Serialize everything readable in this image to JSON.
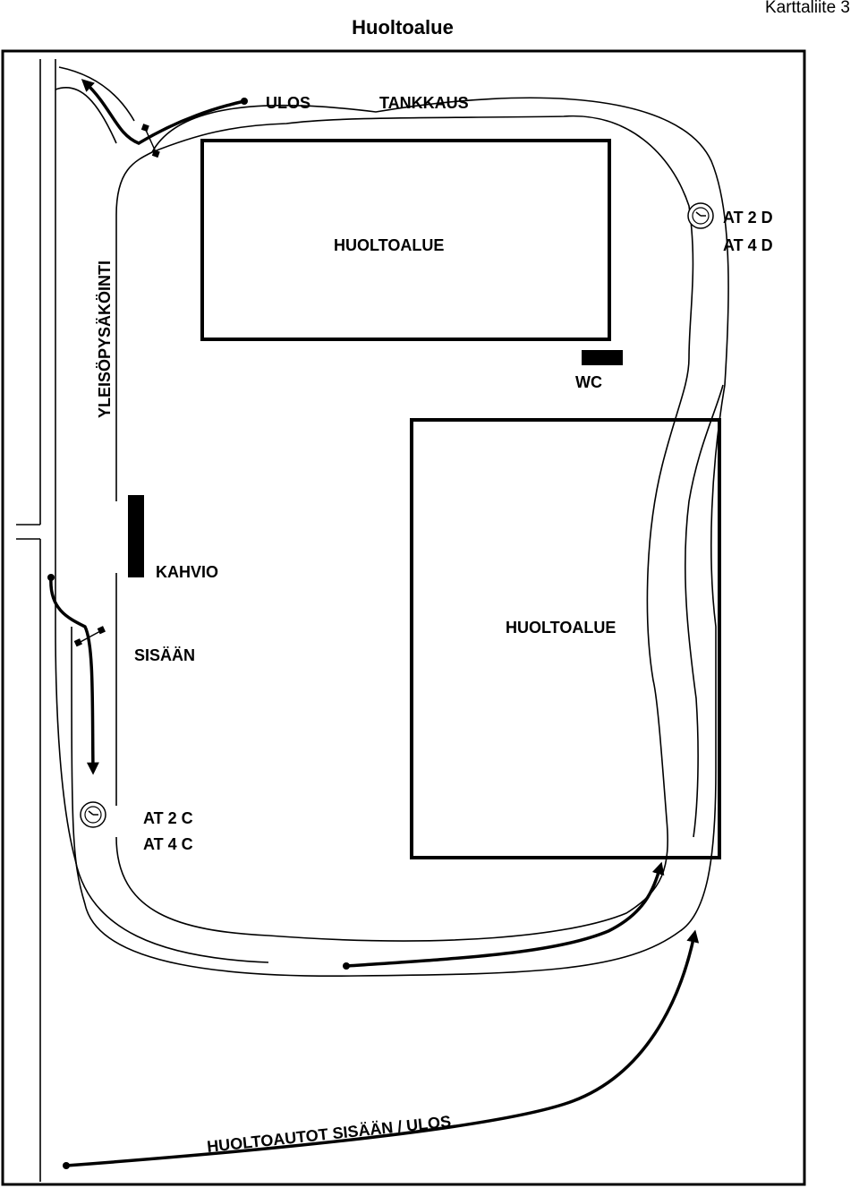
{
  "header": {
    "title": "Huoltoalue",
    "attachment": "Karttaliite 3"
  },
  "labels": {
    "exit": "ULOS",
    "fueling": "TANKKAUS",
    "service_area_top": "HUOLTOALUE",
    "service_area_bottom": "HUOLTOALUE",
    "public_parking": "YLEISÖPYSÄKÖINTI",
    "wc": "WC",
    "cafe": "KAHVIO",
    "entrance": "SISÄÄN",
    "station_east_line1": "AT 2 D",
    "station_east_line2": "AT 4 D",
    "station_west_line1": "AT 2 C",
    "station_west_line2": "AT 4 C",
    "service_vehicles": "HUOLTOAUTOT SISÄÄN / ULOS"
  },
  "icons": {
    "camera_east": "speed-camera-icon",
    "camera_west": "speed-camera-icon"
  },
  "colors": {
    "ink": "#000000",
    "background": "#ffffff"
  }
}
